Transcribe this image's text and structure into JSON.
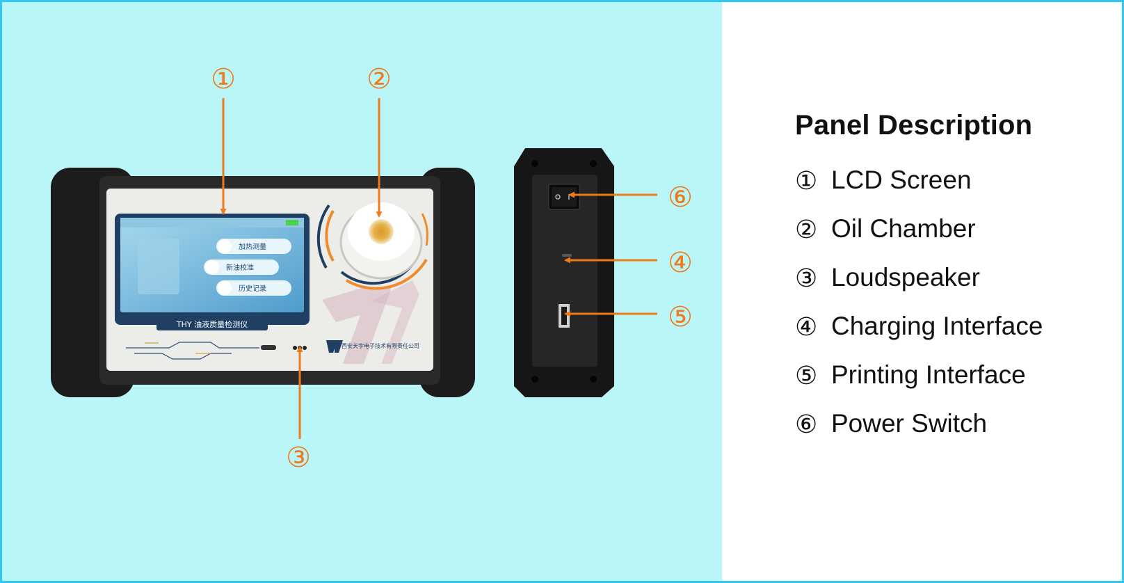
{
  "legend": {
    "title": "Panel Description",
    "items": [
      {
        "num": "①",
        "label": "LCD Screen"
      },
      {
        "num": "②",
        "label": "Oil Chamber"
      },
      {
        "num": "③",
        "label": "Loudspeaker"
      },
      {
        "num": "④",
        "label": "Charging Interface"
      },
      {
        "num": "⑤",
        "label": "Printing Interface"
      },
      {
        "num": "⑥",
        "label": "Power Switch"
      }
    ]
  },
  "callouts": [
    "①",
    "②",
    "③",
    "④",
    "⑤",
    "⑥"
  ],
  "device": {
    "screen_title": "THY 油液质量检测仪",
    "menu": [
      "加热测量",
      "新油校准",
      "历史记录"
    ],
    "brand": "西安天宇电子技术有限责任公司"
  },
  "colors": {
    "background": "#baf6f8",
    "border": "#2fc8ee",
    "callout": "#ef7a1a",
    "device_body": "#1e1e1e",
    "device_panel": "#ececea",
    "screen": "#6fb4d6"
  }
}
